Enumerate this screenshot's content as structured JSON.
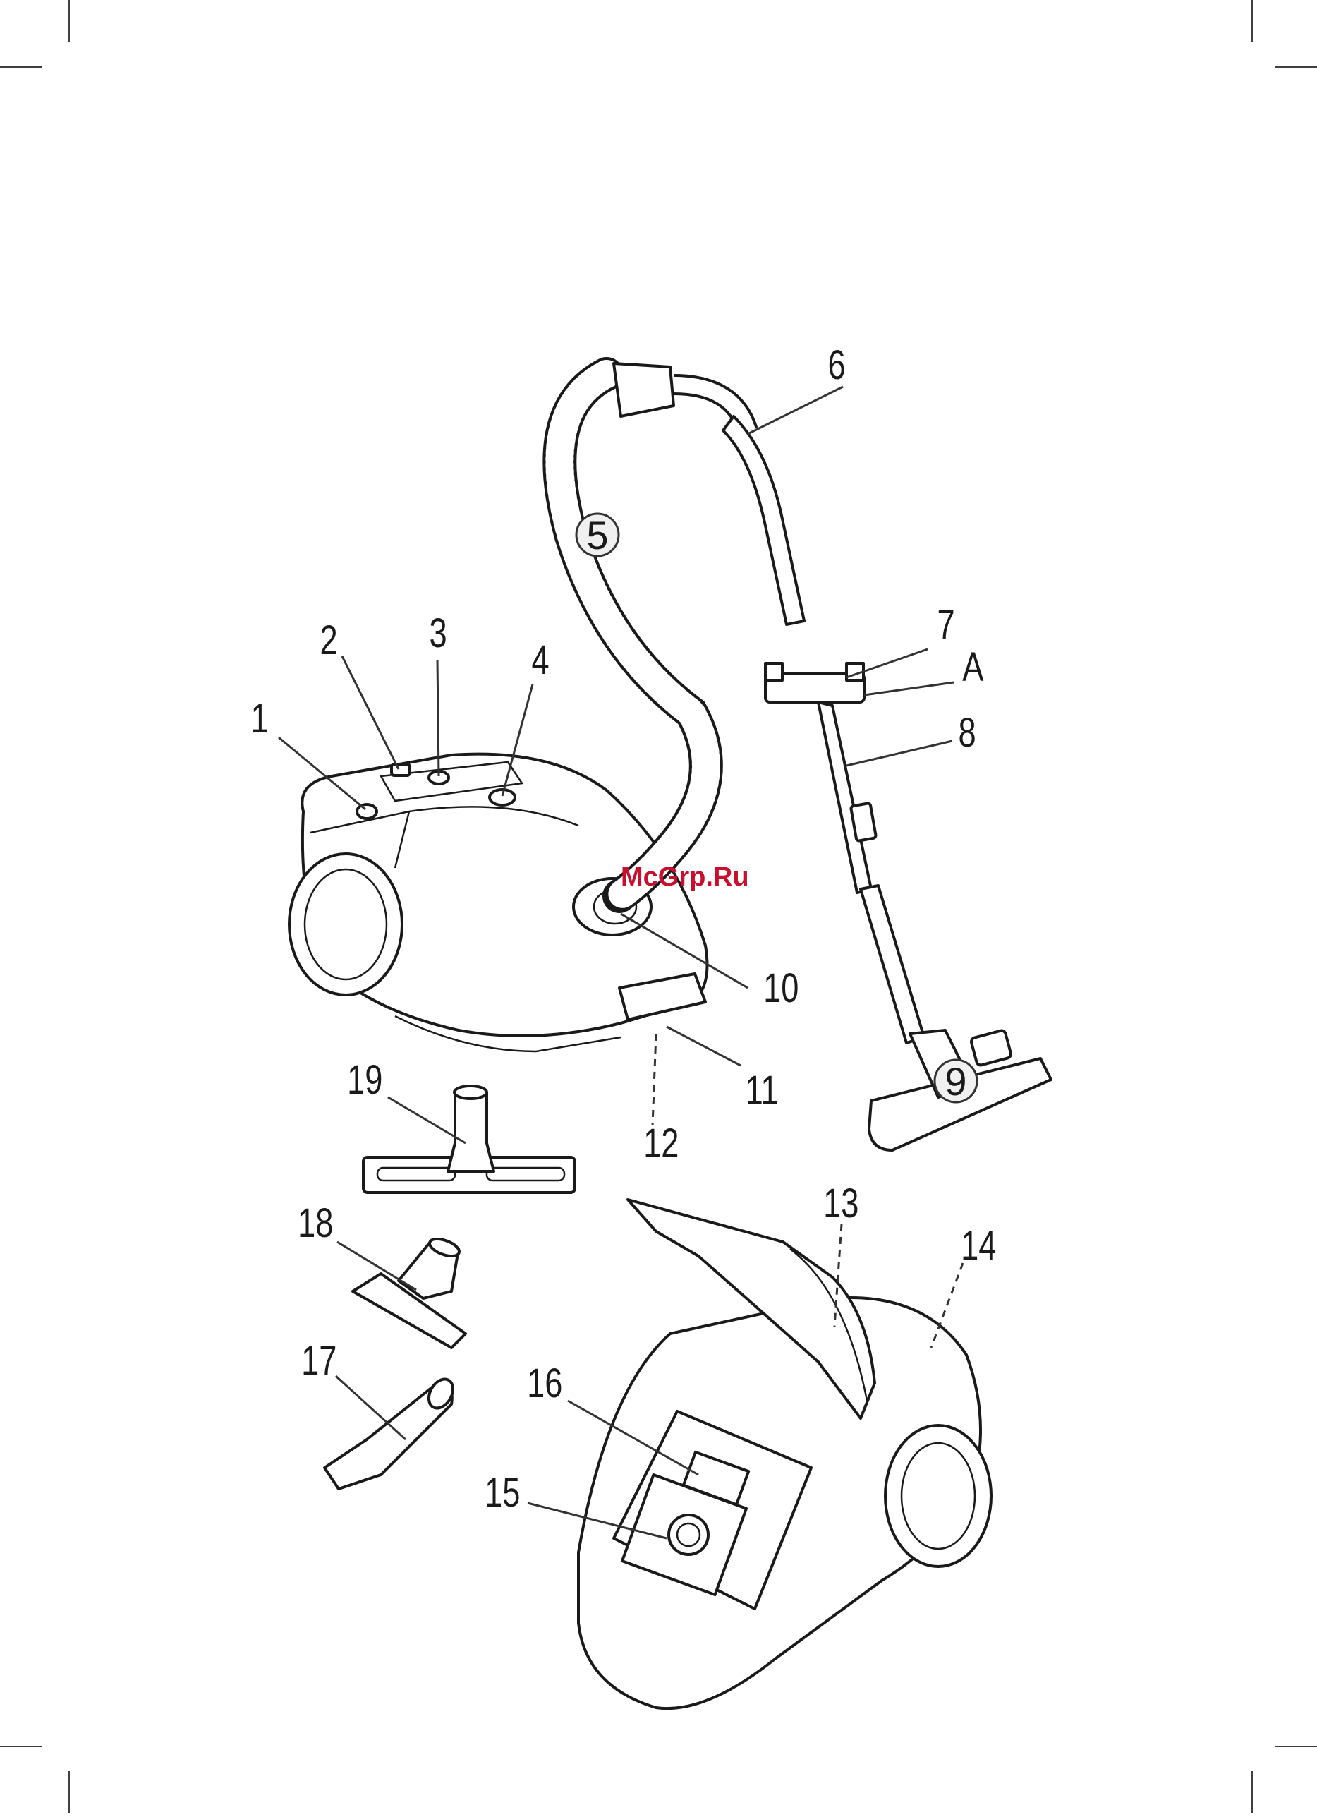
{
  "labels": {
    "l1": "1",
    "l2": "2",
    "l3": "3",
    "l4": "4",
    "l5": "5",
    "l6": "6",
    "l7": "7",
    "lA": "A",
    "l8": "8",
    "l9": "9",
    "l10": "10",
    "l11": "11",
    "l12": "12",
    "l13": "13",
    "l14": "14",
    "l15": "15",
    "l16": "16",
    "l17": "17",
    "l18": "18",
    "l19": "19"
  },
  "watermark": "McGrp.Ru"
}
